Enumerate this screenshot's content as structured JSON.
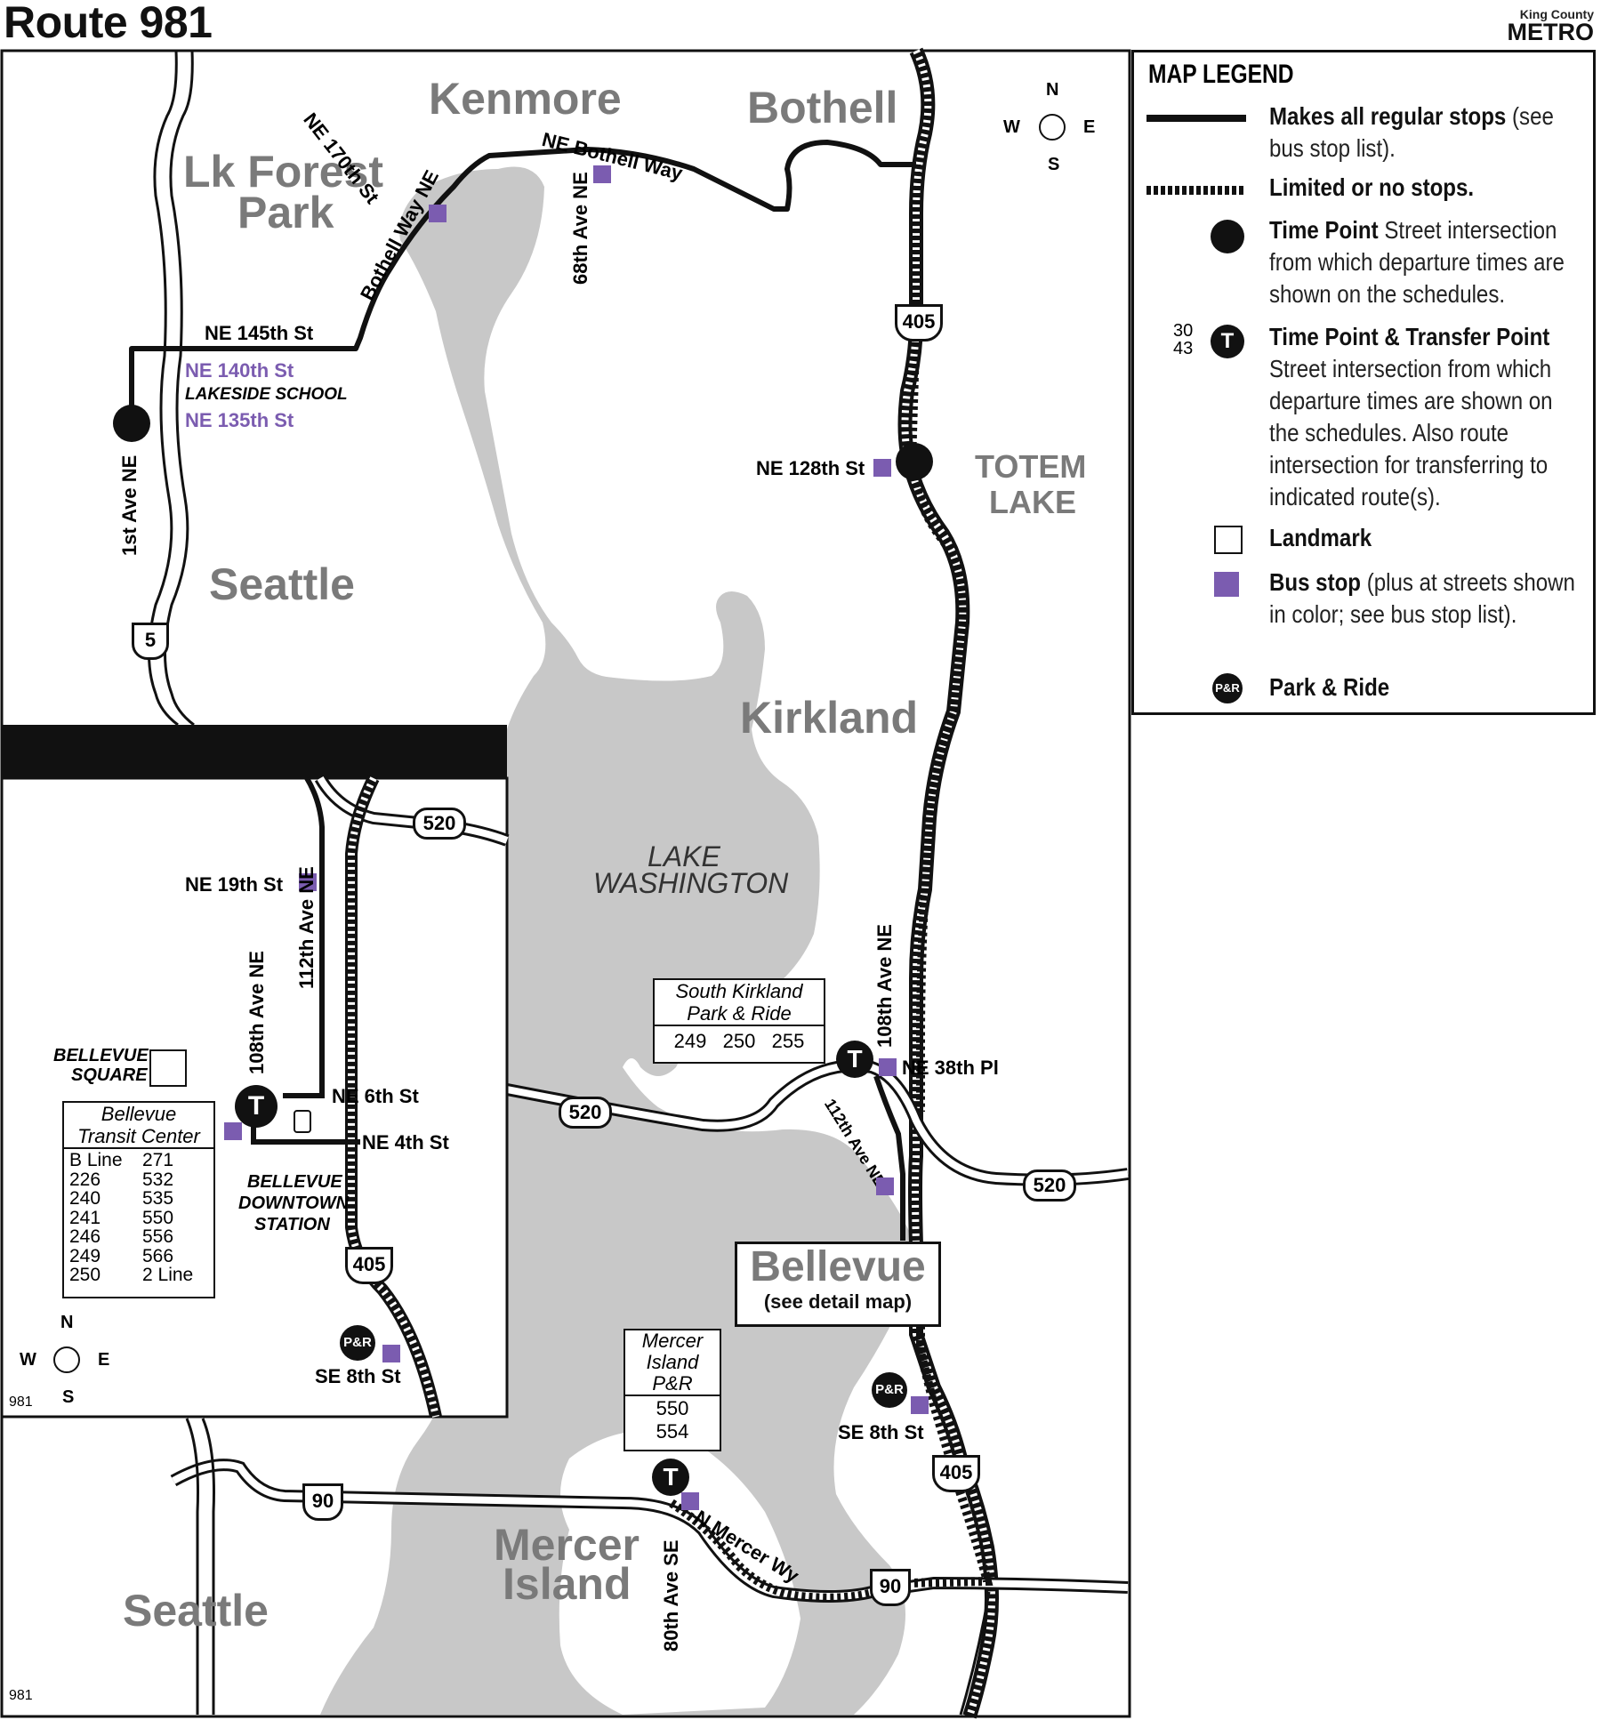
{
  "header": {
    "title": "Route 981",
    "logo_small": "King County",
    "logo_big": "METRO"
  },
  "colors": {
    "water": "#c8c8c8",
    "stop": "#7b5cb0",
    "ink": "#111111",
    "area_label": "#7a7a7a"
  },
  "areas": {
    "kenmore": "Kenmore",
    "bothell": "Bothell",
    "lk_forest_1": "Lk Forest",
    "lk_forest_2": "Park",
    "seattle_north": "Seattle",
    "totem_1": "TOTEM",
    "totem_2": "LAKE",
    "kirkland": "Kirkland",
    "lake_1": "LAKE",
    "lake_2": "WASHINGTON",
    "bellevue": "Bellevue",
    "bellevue_sub": "(see detail map)",
    "mercer_1": "Mercer",
    "mercer_2": "Island",
    "seattle_south": "Seattle"
  },
  "streets": {
    "ne170": "NE 170th St",
    "bothell_way_ne": "Bothell Way NE",
    "ne_bothell_way": "NE Bothell Way",
    "ave68": "68th Ave NE",
    "ne145": "NE 145th St",
    "ne140": "NE 140th St",
    "lakeside": "LAKESIDE SCHOOL",
    "ne135": "NE 135th St",
    "first_ave": "1st Ave NE",
    "ne128": "NE 128th St",
    "ave108": "108th Ave NE",
    "ne38": "NE 38th Pl",
    "ave112": "112th Ave NE",
    "se8": "SE 8th St",
    "n_mercer": "N Mercer Wy",
    "ave80": "80th Ave SE"
  },
  "shields": {
    "i5": "5",
    "i405": "405",
    "sr520": "520",
    "i90": "90"
  },
  "compass": {
    "n": "N",
    "s": "S",
    "e": "E",
    "w": "W"
  },
  "pr_south_kirkland": {
    "line1": "South Kirkland",
    "line2": "Park & Ride",
    "routes": "249   250   255"
  },
  "pr_mercer": {
    "line1": "Mercer",
    "line2": "Island",
    "line3": "P&R",
    "r1": "550",
    "r2": "554"
  },
  "pr_badge": "P&R",
  "t_badge": "T",
  "map_id": "981",
  "inset": {
    "ne19": "NE 19th St",
    "ave112": "112th Ave NE",
    "ave108": "108th Ave NE",
    "ne6": "NE 6th St",
    "ne4": "NE 4th St",
    "se8": "SE 8th St",
    "bsq_1": "BELLEVUE",
    "bsq_2": "SQUARE",
    "btc_1": "Bellevue",
    "btc_2": "Transit Center",
    "btc_routes": [
      [
        "B Line",
        "271"
      ],
      [
        "226",
        "532"
      ],
      [
        "240",
        "535"
      ],
      [
        "241",
        "550"
      ],
      [
        "246",
        "556"
      ],
      [
        "249",
        "566"
      ],
      [
        "250",
        "2 Line"
      ]
    ],
    "station_1": "BELLEVUE",
    "station_2": "DOWNTOWN",
    "station_3": "STATION",
    "map_id": "981"
  },
  "legend": {
    "title": "MAP LEGEND",
    "regular_bold": "Makes all regular stops",
    "regular_rest": " (see bus stop list).",
    "limited": "Limited or no stops.",
    "timepoint_bold": "Time Point",
    "timepoint_rest": " Street intersection from which departure times are shown on the schedules.",
    "transfer_bold": "Time Point & Transfer Point",
    "transfer_rest": " Street intersection from which departure times are shown on the schedules. Also route intersection for transferring to indicated route(s).",
    "transfer_r1": "30",
    "transfer_r2": "43",
    "landmark": "Landmark",
    "busstop_bold": "Bus stop",
    "busstop_rest": " (plus at streets shown in color; see bus stop list).",
    "pr_label": "Park & Ride"
  }
}
